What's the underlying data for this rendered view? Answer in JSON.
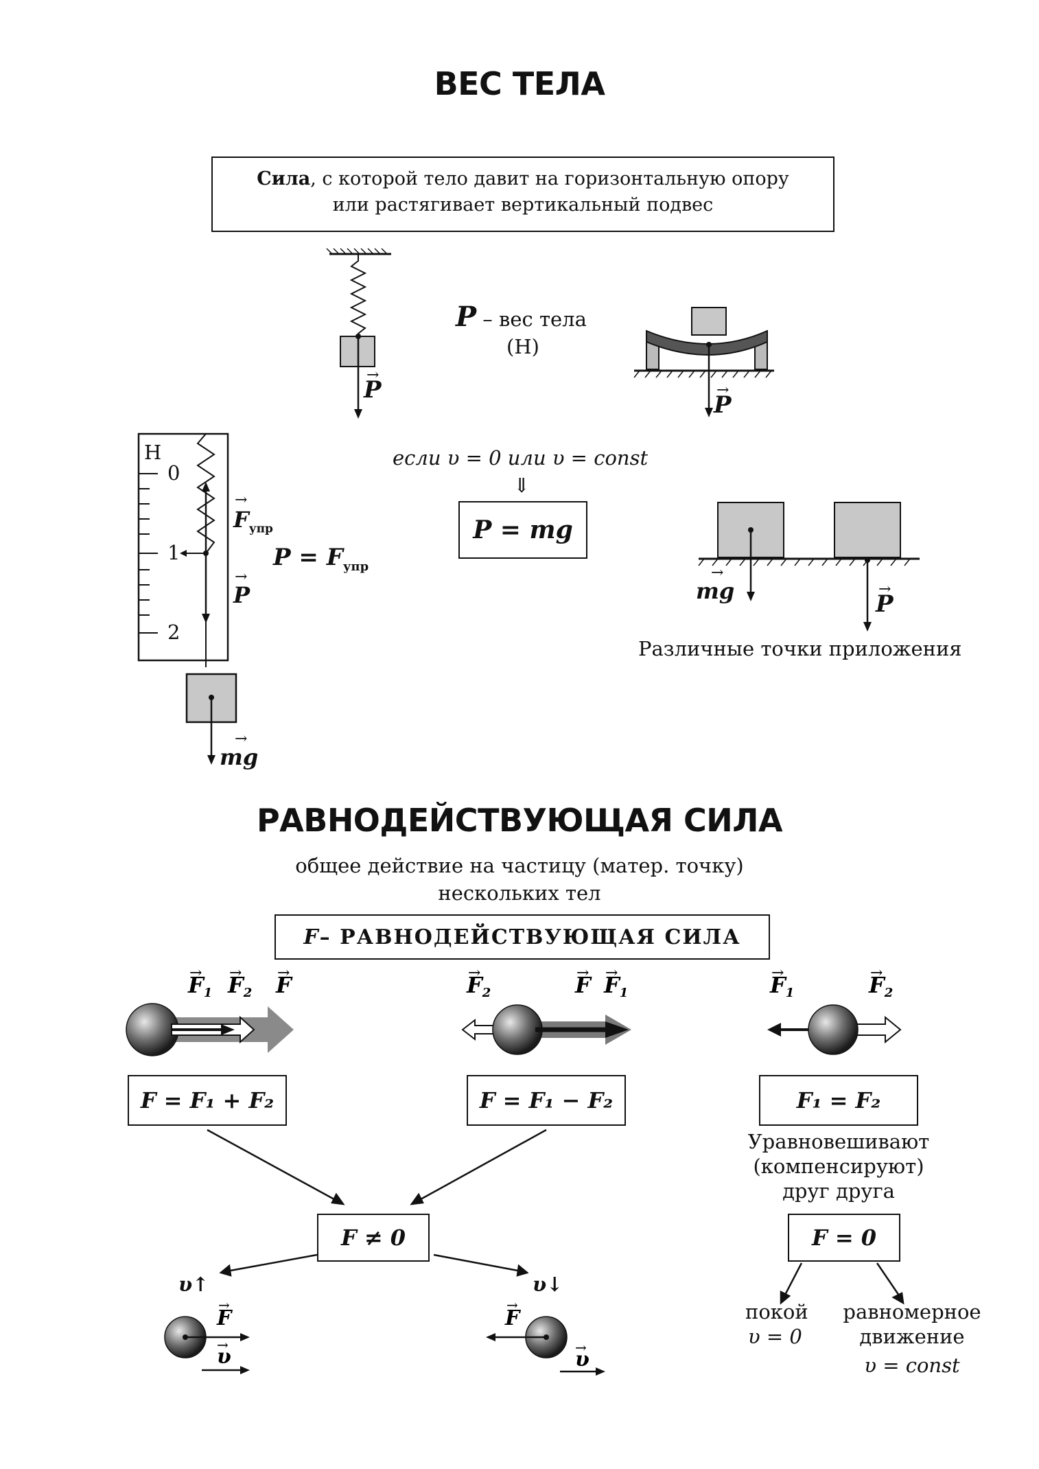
{
  "section1": {
    "title": "ВЕС ТЕЛА",
    "definition_line1_bold": "Сила",
    "definition_line1_rest": ", с которой тело давит на горизонтальную опору",
    "definition_line2": "или растягивает вертикальный подвес",
    "weight_symbol": "P",
    "weight_desc": " – вес тела",
    "weight_unit": "(Н)",
    "condition": "если υ = 0 или υ = const",
    "implies": "⇓",
    "formula_main": "P = mg",
    "formula_elastic": "P = F",
    "formula_elastic_sub": "упр",
    "vec_P": "P",
    "vec_Fupr": "F",
    "vec_Fupr_sub": "упр",
    "vec_mg": "mg",
    "scale_unit": "Н",
    "scale_ticks": [
      "0",
      "1",
      "2"
    ],
    "application_points_label": "Различные точки приложения"
  },
  "section2": {
    "title": "РАВНОДЕЙСТВУЮЩАЯ СИЛА",
    "subtitle_line1": "общее действие на частицу (матер. точку)",
    "subtitle_line2": "нескольких тел",
    "banner_symbol": "F",
    "banner_text": " – РАВНОДЕЙСТВУЮЩАЯ СИЛА",
    "case1_formula": "F = F₁ + F₂",
    "case2_formula": "F = F₁ − F₂",
    "case3_formula": "F₁ = F₂",
    "case3_note_line1": "Уравновешивают",
    "case3_note_line2": "(компенсируют)",
    "case3_note_line3": "друг друга",
    "formula_nonzero": "F ≠ 0",
    "formula_zero": "F = 0",
    "v_up": "υ↑",
    "v_down": "υ↓",
    "rest_label": "покой",
    "rest_cond": "υ = 0",
    "uniform_label_line1": "равномерное",
    "uniform_label_line2": "движение",
    "uniform_cond": "υ = const"
  }
}
